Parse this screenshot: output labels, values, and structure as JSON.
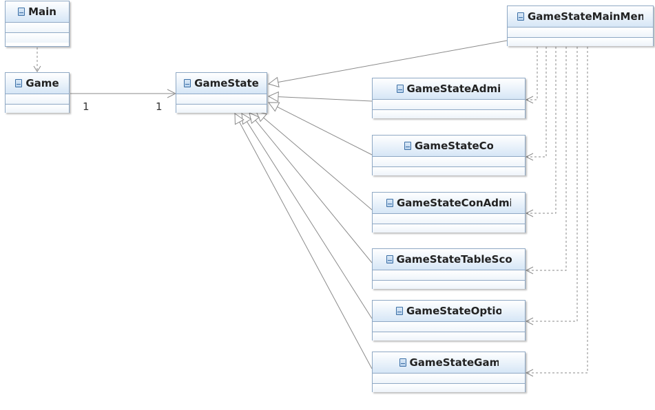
{
  "classes": {
    "main": "Main",
    "game": "Game",
    "gamestate": "GameState",
    "mainmenu": "GameStateMainMenu",
    "admin": "GameStateAdmin",
    "con": "GameStateCon",
    "conadmin": "GameStateConAdmin",
    "tablescore": "GameStateTableScore",
    "options": "GameStateOptions",
    "game_state_game": "GameStateGame"
  },
  "association": {
    "source_multiplicity": "1",
    "target_multiplicity": "1"
  },
  "colors": {
    "line": "#8a8a8a",
    "border": "#8ea8c4",
    "header_bottom": "#d6e6f6"
  }
}
